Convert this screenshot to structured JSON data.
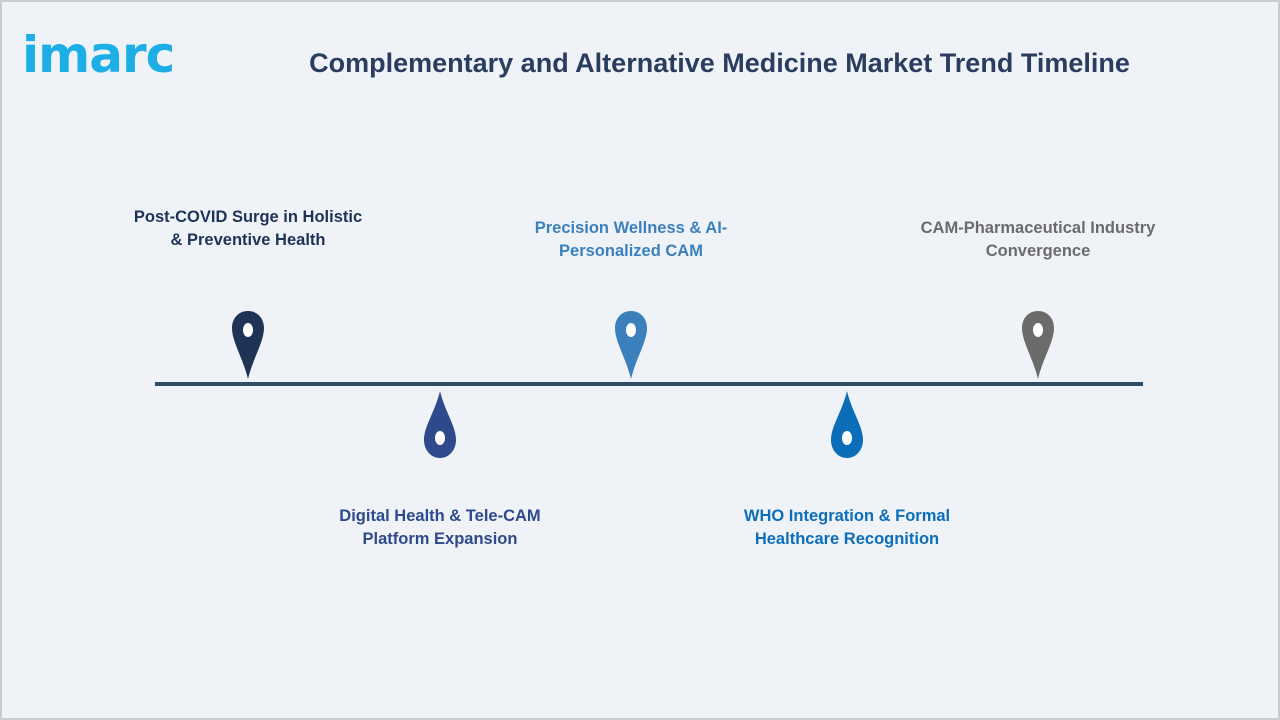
{
  "brand": {
    "logo_text": "imarc",
    "logo_color": "#1eaee6"
  },
  "header": {
    "title": "Complementary and Alternative Medicine Market Trend Timeline",
    "title_color": "#2b3d5f"
  },
  "timeline": {
    "line_color": "#2f4d68",
    "milestones": [
      {
        "label": "Post-COVID Surge in Holistic & Preventive Health",
        "position": "above",
        "color": "#1f3356",
        "icon": "map-pin-icon"
      },
      {
        "label": "Digital Health & Tele-CAM Platform Expansion",
        "position": "below",
        "color": "#2e4a8c",
        "icon": "drop-pin-icon"
      },
      {
        "label": "Precision Wellness & AI-Personalized CAM",
        "position": "above",
        "color": "#3a80bd",
        "icon": "map-pin-icon"
      },
      {
        "label": "WHO Integration & Formal Healthcare Recognition",
        "position": "below",
        "color": "#0c6eb8",
        "icon": "drop-pin-icon"
      },
      {
        "label": "CAM-Pharmaceutical Industry Convergence",
        "position": "above",
        "color": "#6b6b6b",
        "icon": "map-pin-icon"
      }
    ]
  }
}
